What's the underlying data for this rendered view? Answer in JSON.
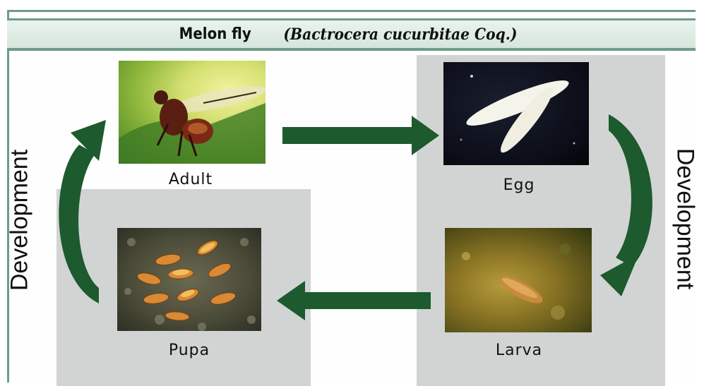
{
  "title": {
    "common_name": "Melon fly",
    "scientific_name": "(Bactrocera cucurbitae Coq.)"
  },
  "stages": {
    "adult": "Adult",
    "egg": "Egg",
    "larva": "Larva",
    "pupa": "Pupa"
  },
  "side_labels": {
    "left": "Development",
    "right": "Development"
  },
  "colors": {
    "arrow": "#1d5a2e",
    "frame": "#6f9b86",
    "panel": "#d2d4d4"
  }
}
